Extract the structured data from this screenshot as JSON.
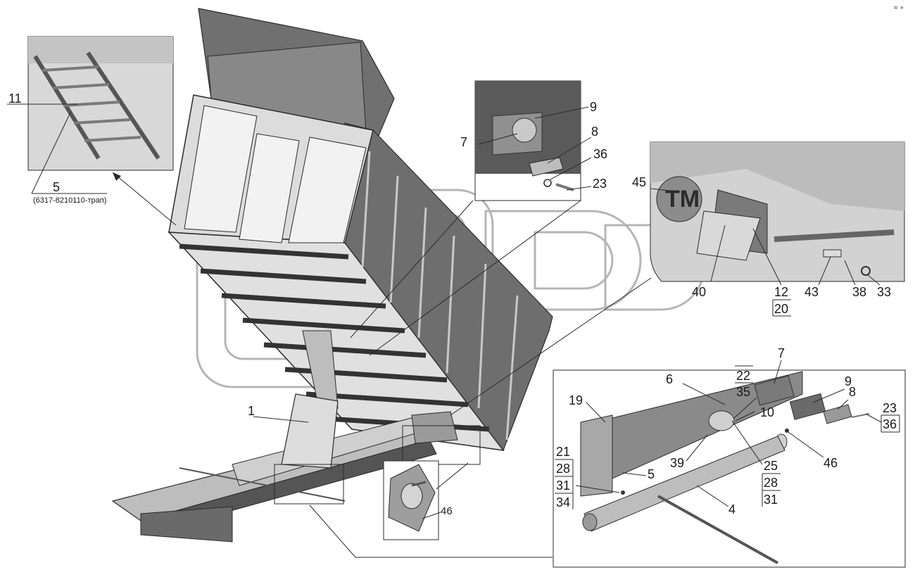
{
  "watermark": {
    "text": "gaz",
    "color": "#6b6b6b"
  },
  "colors": {
    "body_dark": "#5a5a5a",
    "body_mid": "#8c8c8c",
    "body_light": "#c8c8c8",
    "floor": "#d9d9d9",
    "line": "#2b2b2b"
  },
  "insets": {
    "ladder": {
      "labels": [
        "11",
        "5"
      ],
      "note": "(6317-8210110-трап)"
    },
    "tailgate_hinge": {
      "labels": [
        "9",
        "7",
        "8",
        "36",
        "23"
      ]
    },
    "lift_mount": {
      "badge": "TM",
      "labels": [
        "45",
        "40",
        "12",
        "20",
        "43",
        "38",
        "33"
      ]
    },
    "pin_detail": {
      "labels": [
        "46"
      ]
    },
    "pivot_assembly": {
      "labels": [
        "22",
        "35",
        "7",
        "6",
        "10",
        "9",
        "8",
        "23",
        "36",
        "19",
        "21",
        "28",
        "31",
        "34",
        "5",
        "39",
        "25",
        "28",
        "31",
        "46",
        "4"
      ]
    }
  },
  "main": {
    "labels": [
      "1"
    ]
  },
  "corner_mark": "≈ ∘"
}
